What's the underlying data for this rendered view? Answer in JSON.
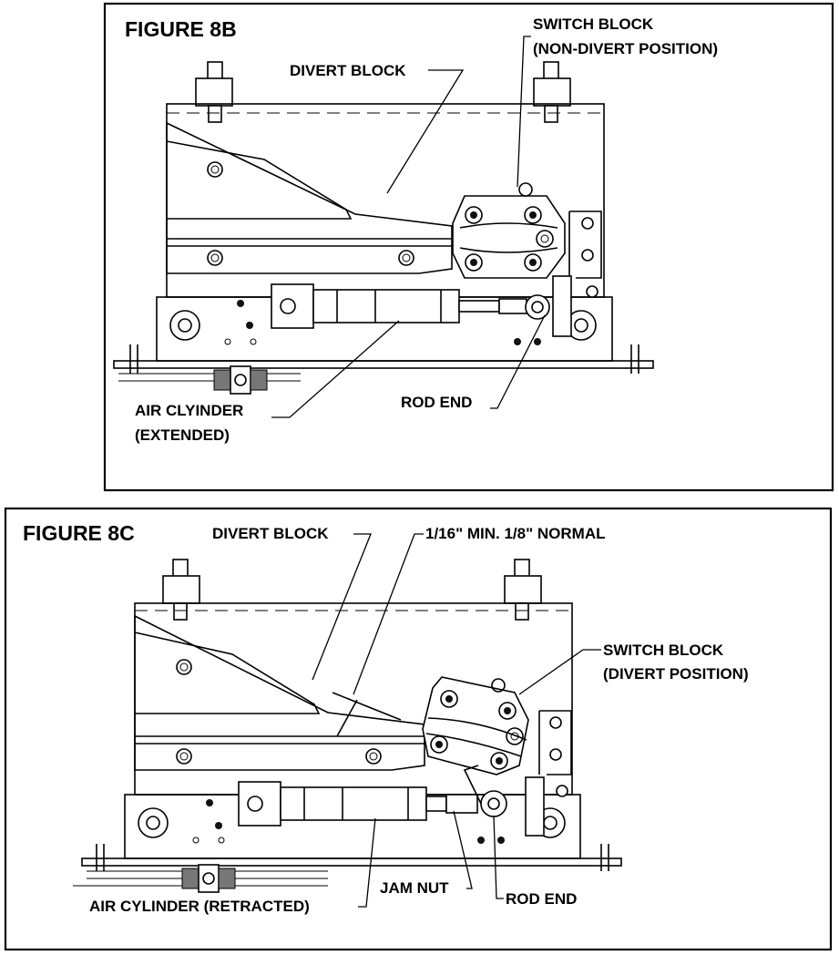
{
  "figure_8b": {
    "title": "FIGURE 8B",
    "divert_block": "DIVERT BLOCK",
    "switch_block_line1": "SWITCH BLOCK",
    "switch_block_line2": "(NON-DIVERT POSITION)",
    "air_cylinder_line1": "AIR CLYINDER",
    "air_cylinder_line2": "(EXTENDED)",
    "rod_end": "ROD END"
  },
  "figure_8c": {
    "title": "FIGURE 8C",
    "divert_block": "DIVERT BLOCK",
    "gap_note": "1/16\" MIN. 1/8\" NORMAL",
    "switch_block_line1": "SWITCH BLOCK",
    "switch_block_line2": "(DIVERT POSITION)",
    "air_cylinder": "AIR CYLINDER (RETRACTED)",
    "jam_nut": "JAM NUT",
    "rod_end": "ROD END"
  }
}
